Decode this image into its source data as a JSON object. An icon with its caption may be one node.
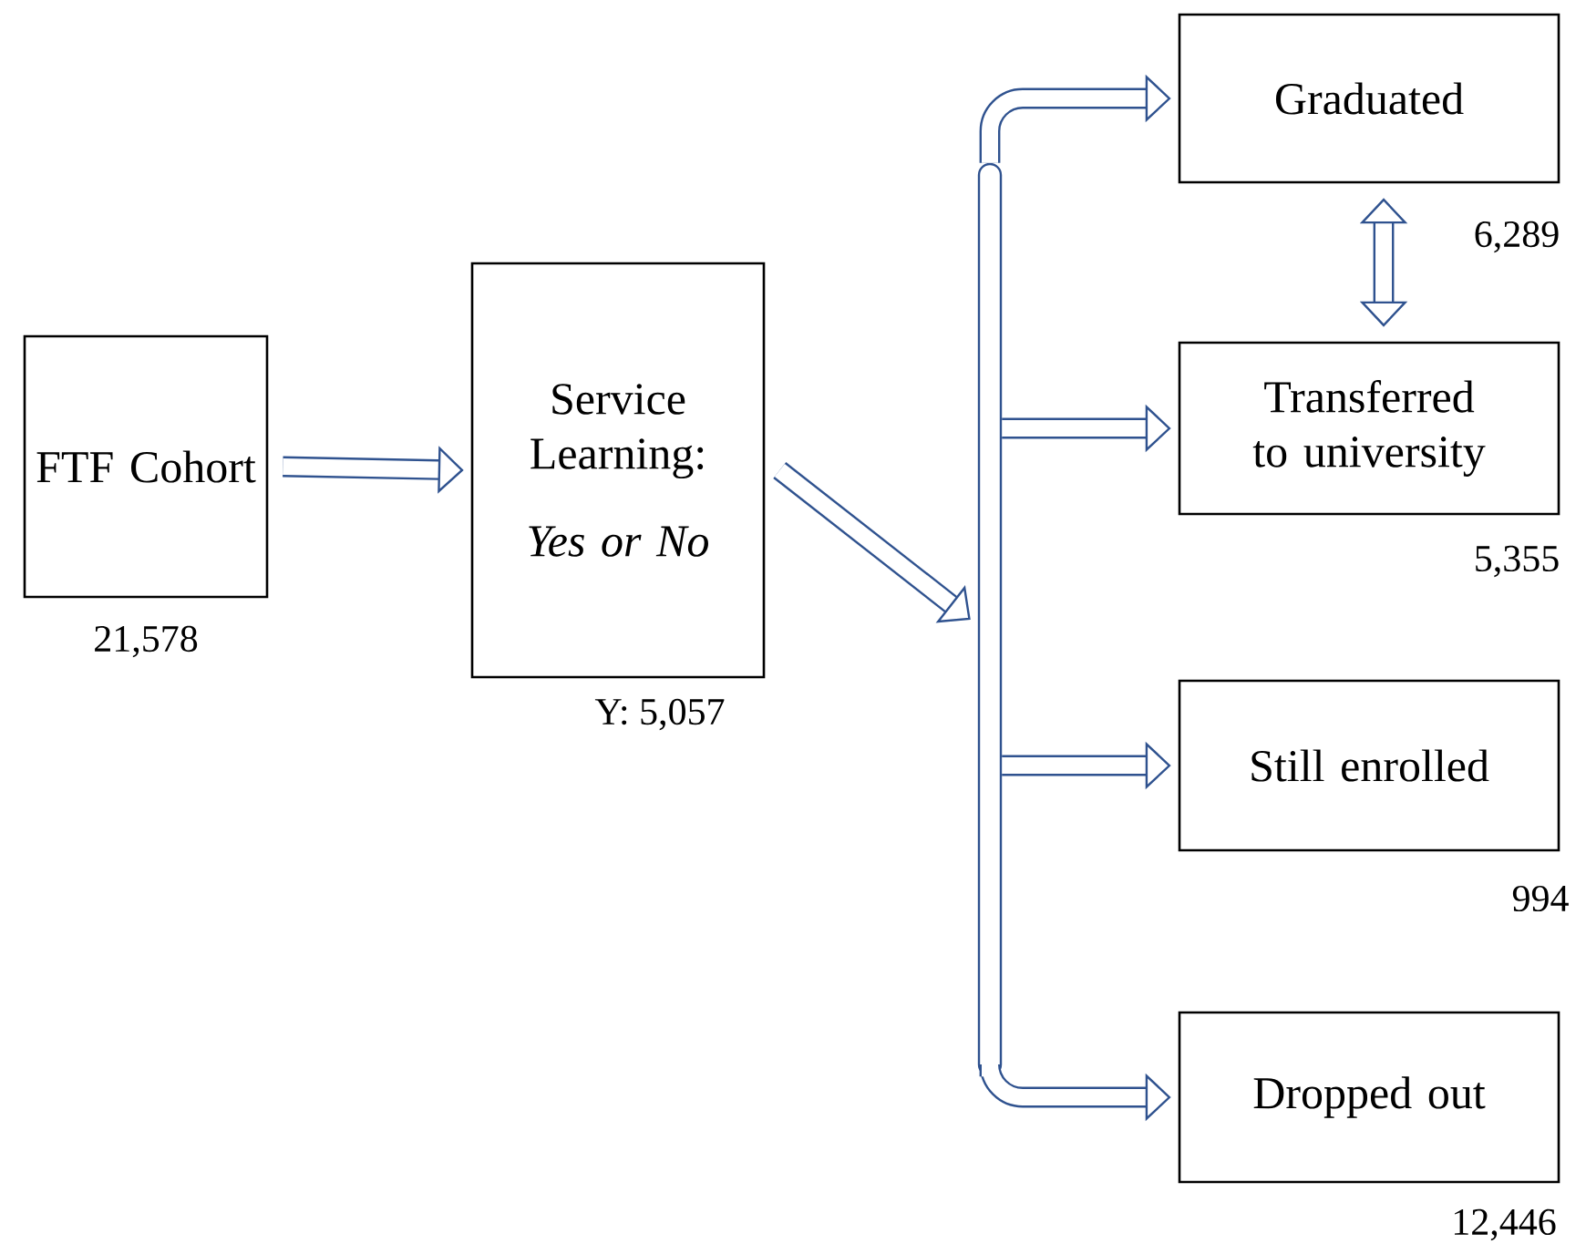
{
  "diagram": {
    "nodes": [
      {
        "text": [
          "FTF Cohort"
        ],
        "beside": [
          "21,578"
        ]
      },
      {
        "text": [
          "Service Learning:",
          "*Yes or No*"
        ],
        "beside": [
          "Y: 5,057"
        ]
      },
      {
        "text": [],
        "shape": "bar"
      },
      {
        "text": [
          "Graduated"
        ],
        "beside": [
          "6,289"
        ]
      },
      {
        "text": [
          "Transferred to university"
        ],
        "beside": [
          "5,355"
        ]
      },
      {
        "text": [
          "Still enrolled"
        ],
        "beside": [
          "994"
        ]
      },
      {
        "text": [
          "Dropped out"
        ],
        "beside": [
          "12,446"
        ]
      }
    ],
    "edges": [
      {
        "from": 0,
        "to": 1,
        "arrow": "to"
      },
      {
        "from": 1,
        "to": 2,
        "arrow": "to"
      },
      {
        "from": 2,
        "to": 3,
        "arrow": "to"
      },
      {
        "from": 2,
        "to": 4,
        "arrow": "to"
      },
      {
        "from": 2,
        "to": 5,
        "arrow": "to"
      },
      {
        "from": 2,
        "to": 6,
        "arrow": "to"
      },
      {
        "from": 3,
        "to": 4,
        "arrow": "both"
      }
    ]
  }
}
